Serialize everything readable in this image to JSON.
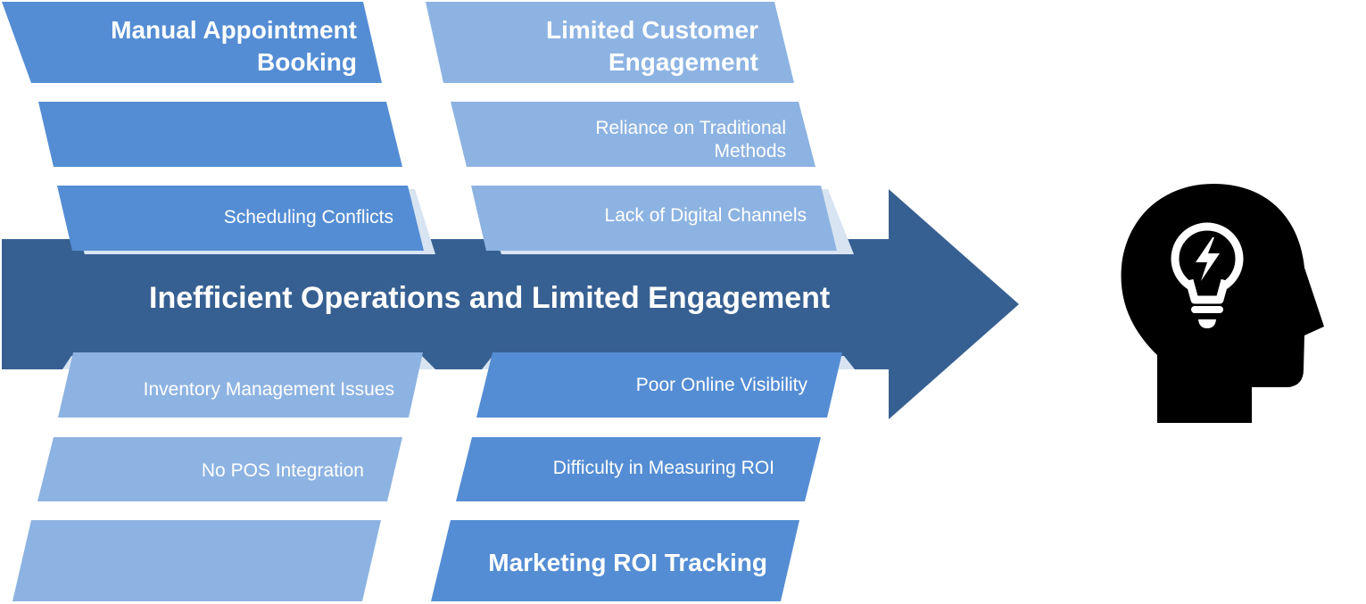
{
  "spine": {
    "label": "Inefficient Operations and Limited Engagement",
    "color": "#376092"
  },
  "colors": {
    "dark": "#548DD4",
    "light": "#8DB3E2",
    "head": "#000000",
    "text": "#ffffff"
  },
  "top_left": {
    "category": {
      "line1": "Manual Appointment",
      "line2": "Booking"
    },
    "cause1": "",
    "cause2": "Scheduling Conflicts"
  },
  "top_right": {
    "category": {
      "line1": "Limited Customer",
      "line2": "Engagement"
    },
    "cause1": {
      "line1": "Reliance on Traditional",
      "line2": "Methods"
    },
    "cause2": "Lack of Digital Channels"
  },
  "bottom_left": {
    "cause1": "Inventory Management Issues",
    "cause2": "No POS Integration",
    "category": ""
  },
  "bottom_right": {
    "cause1": "Poor Online Visibility",
    "cause2": "Difficulty in Measuring ROI",
    "category": "Marketing ROI Tracking"
  },
  "result_icon": "head-with-lightbulb-idea-icon"
}
